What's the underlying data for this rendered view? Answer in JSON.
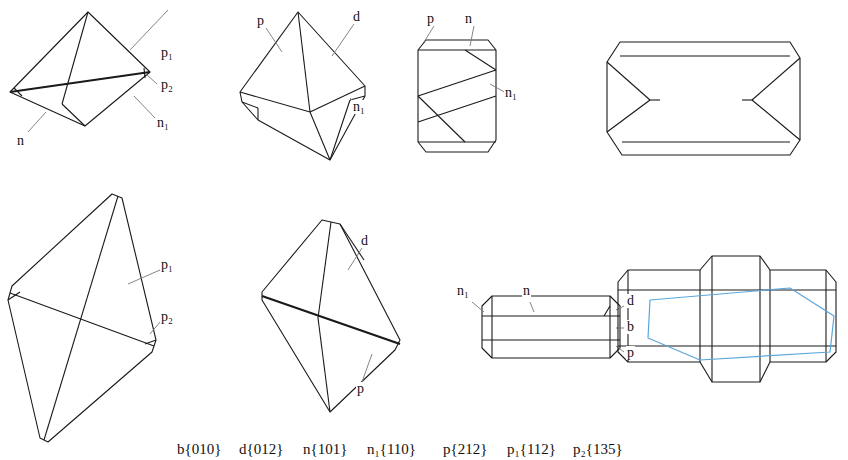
{
  "diagram": {
    "labels": [
      "p₁",
      "p₂",
      "n",
      "n₁",
      "p",
      "d",
      "n₁",
      "p",
      "n",
      "n₁",
      "p₁",
      "p₂",
      "d",
      "p",
      "n₁",
      "n",
      "d",
      "b",
      "p",
      "b{010}",
      "d{012}",
      "n{101}",
      "n₁{110}",
      "p{212}",
      "p₁{112}",
      "p₂{135}"
    ]
  }
}
